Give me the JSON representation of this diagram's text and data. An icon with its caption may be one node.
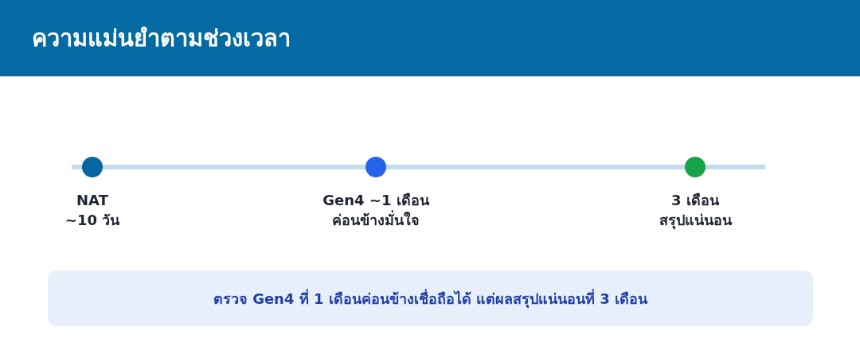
{
  "diagram": {
    "title": "ความแม่นยำตามช่วงเวลา",
    "nodes": [
      {
        "text": [],
        "shape": "circle",
        "beside": [
          "NAT",
          "~10 วัน"
        ]
      },
      {
        "text": [],
        "shape": "circle",
        "beside": [
          "Gen4 ~1 เดือน",
          "ค่อนข้างมั่นใจ"
        ]
      },
      {
        "text": [],
        "shape": "circle",
        "beside": [
          "3 เดือน",
          "สรุปแน่นอน"
        ]
      },
      {
        "text": [
          "ตรวจ Gen4 ที่ 1 เดือนค่อนข้างเชื่อถือได้ แต่ผลสรุปแน่นอนที่ 3 เดือน"
        ]
      }
    ]
  }
}
